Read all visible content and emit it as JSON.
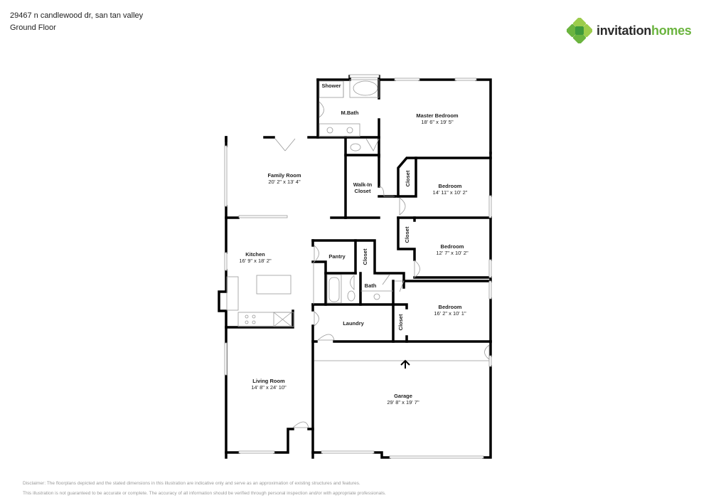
{
  "header": {
    "address": "29467 n candlewood dr, san tan valley",
    "floor": "Ground Floor"
  },
  "logo": {
    "word1": "invitation",
    "word2": "homes",
    "icon": "clover-logo-icon",
    "colors": {
      "dark": "#2b2b2b",
      "green": "#6bb43f",
      "light_green": "#9ccc4b",
      "deep_green": "#3f9a3c"
    }
  },
  "rooms": {
    "shower": {
      "label": "Shower"
    },
    "master_bath": {
      "label": "M.Bath"
    },
    "master_bedroom": {
      "label": "Master Bedroom",
      "dim": "18' 6\" x 19' 5\""
    },
    "family_room": {
      "label": "Family Room",
      "dim": "20' 2\" x 13' 4\""
    },
    "walk_in_closet": {
      "label1": "Walk-In",
      "label2": "Closet"
    },
    "bedroom1": {
      "label": "Bedroom",
      "dim": "14' 11\" x 10' 2\""
    },
    "closet1": {
      "label": "Closet"
    },
    "bedroom2": {
      "label": "Bedroom",
      "dim": "12' 7\" x 10' 2\""
    },
    "closet2": {
      "label": "Closet"
    },
    "kitchen": {
      "label": "Kitchen",
      "dim": "16' 9\" x 18' 2\""
    },
    "pantry": {
      "label": "Pantry"
    },
    "closet3": {
      "label": "Closet"
    },
    "bath": {
      "label": "Bath"
    },
    "bedroom3": {
      "label": "Bedroom",
      "dim": "16' 2\" x 10' 1\""
    },
    "closet4": {
      "label": "Closet"
    },
    "laundry": {
      "label": "Laundry"
    },
    "living_room": {
      "label": "Living Room",
      "dim": "14' 8\" x 24' 10\""
    },
    "garage": {
      "label": "Garage",
      "dim": "29' 8\" x 19' 7\""
    }
  },
  "disclaimer": {
    "line1": "Disclaimer: The floorplans depicted and the stated dimensions in this illustration are indicative only and serve as an approximation of existing structures and features.",
    "line2": "This illustration is not guaranteed to be accurate or complete. The accuracy of all information should be verified through personal inspection and/or with appropriate professionals."
  }
}
